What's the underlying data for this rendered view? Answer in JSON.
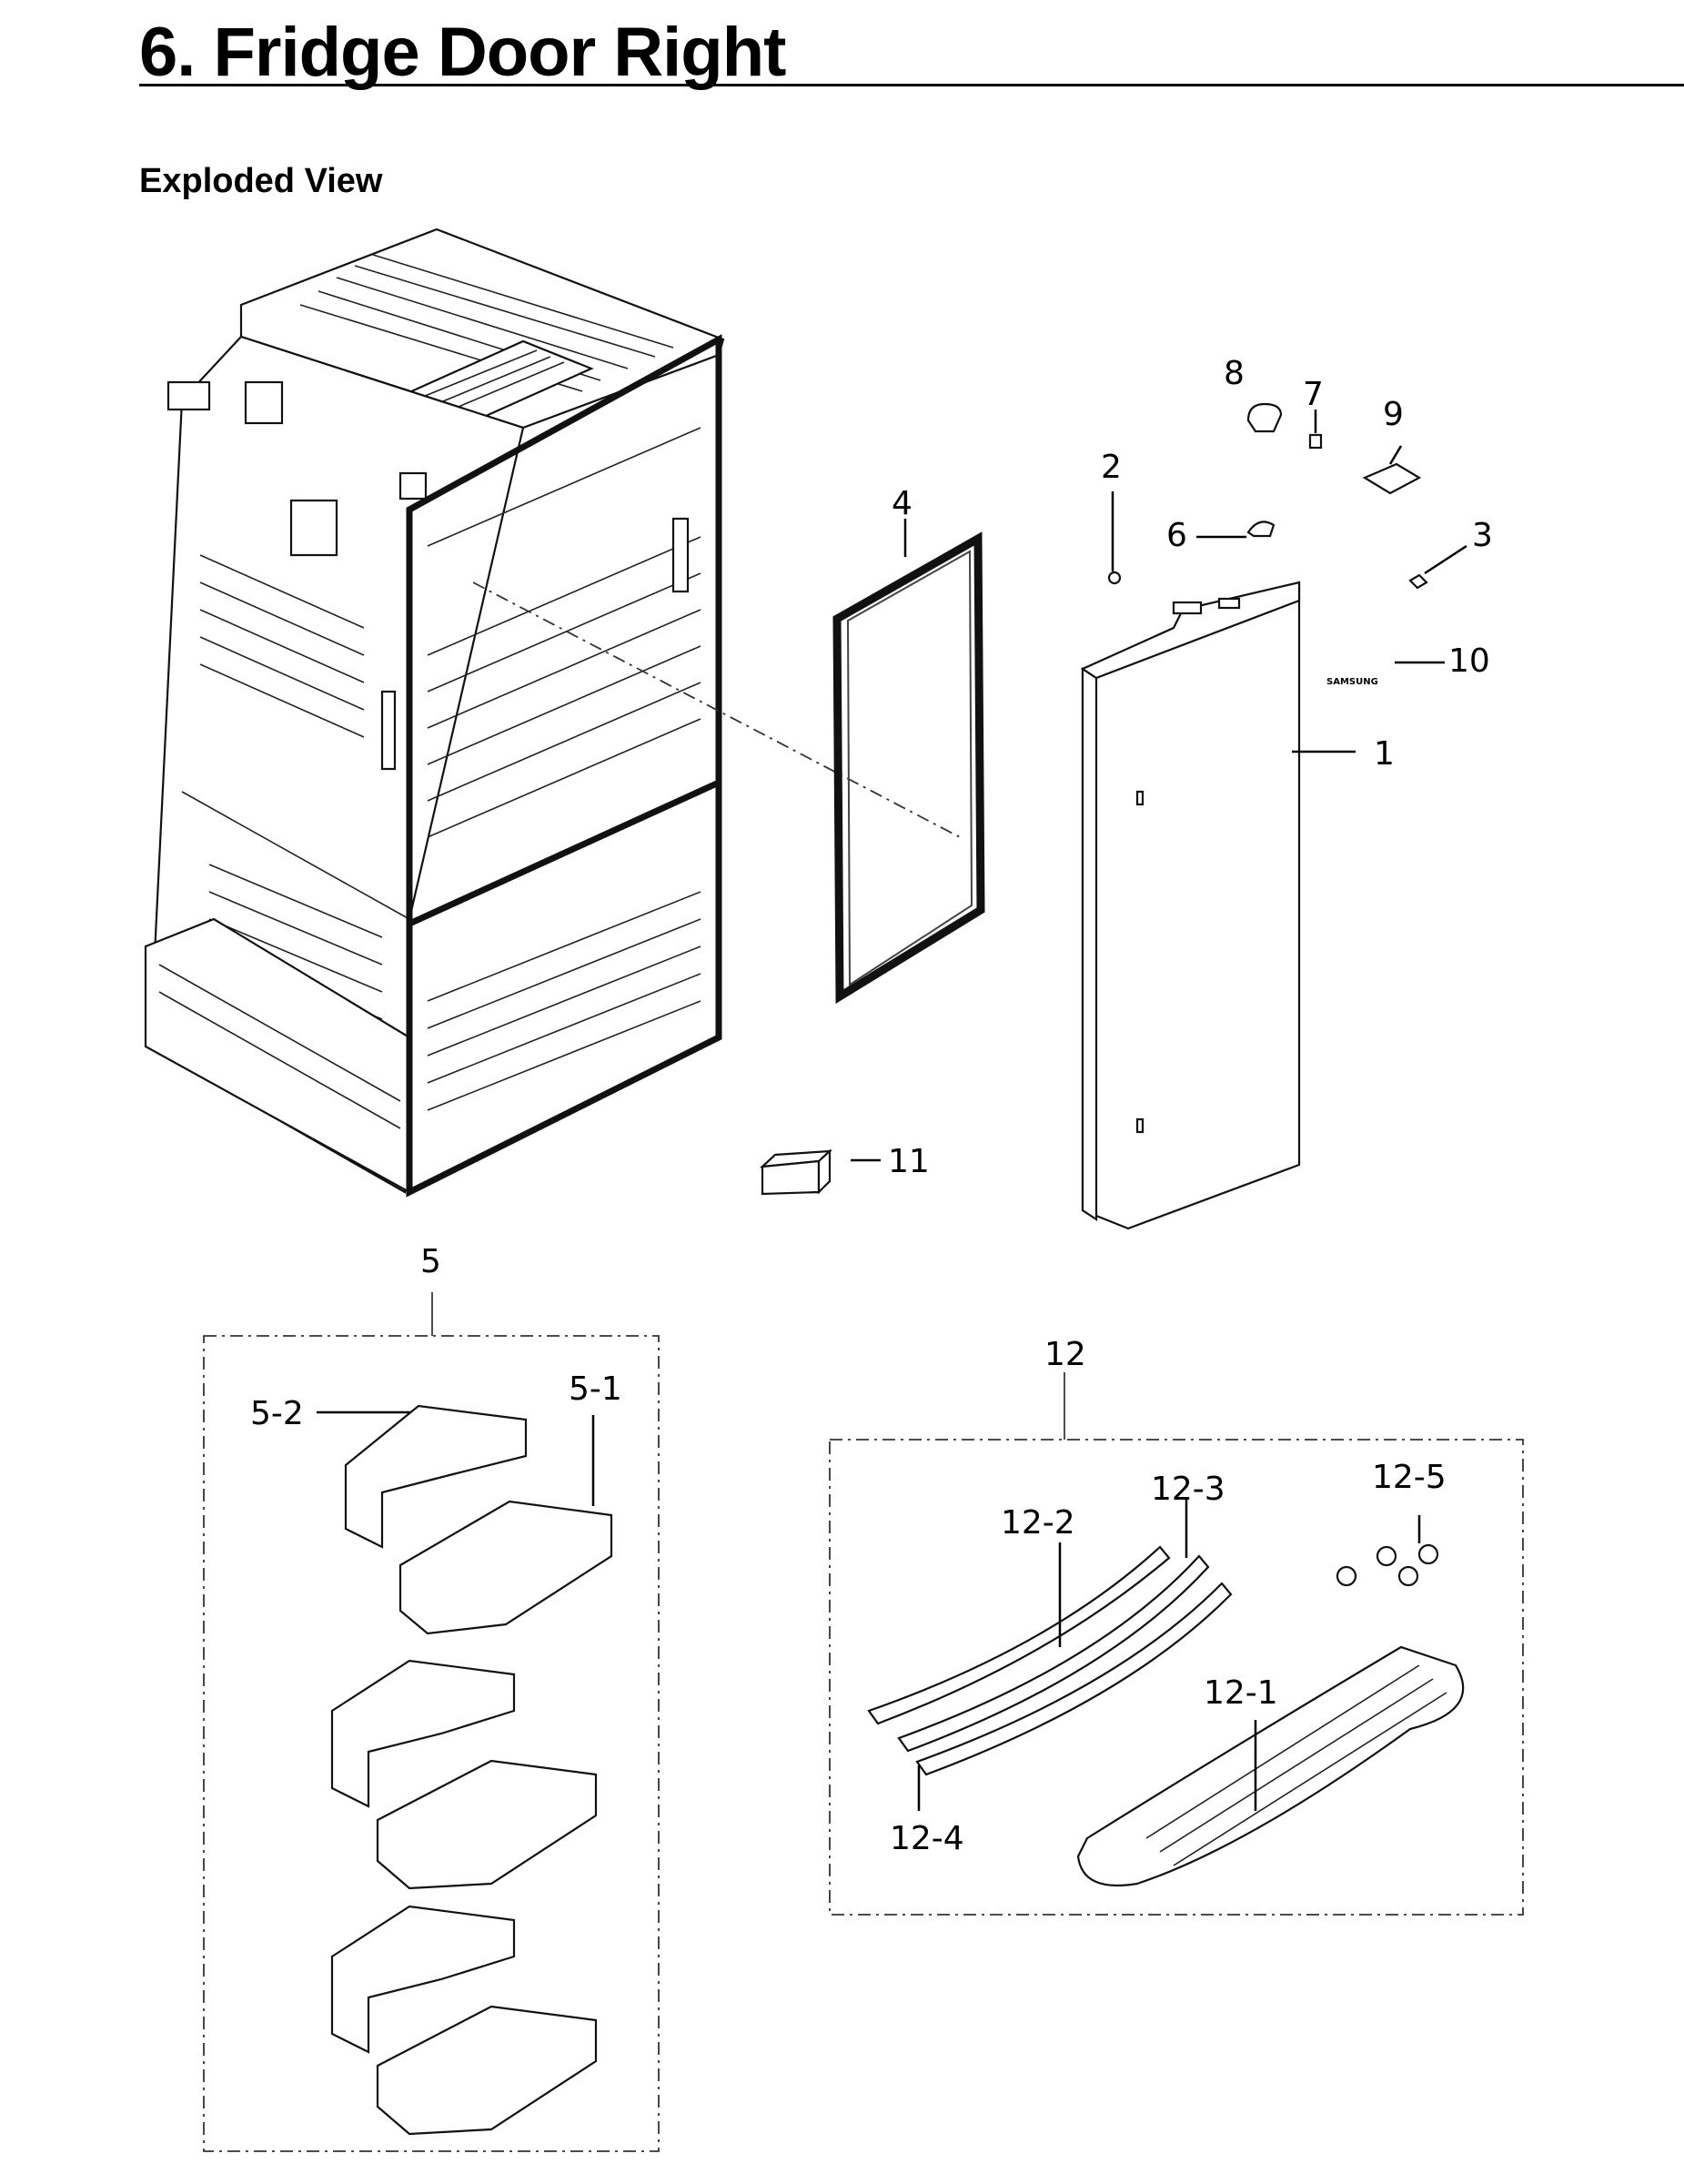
{
  "page": {
    "title": "6.  Fridge Door Right",
    "subtitle": "Exploded View"
  },
  "callouts": {
    "c1": "1",
    "c2": "2",
    "c3": "3",
    "c4": "4",
    "c5": "5",
    "c5_1": "5-1",
    "c5_2": "5-2",
    "c6": "6",
    "c7": "7",
    "c8": "8",
    "c9": "9",
    "c10": "10",
    "c11": "11",
    "c12": "12",
    "c12_1": "12-1",
    "c12_2": "12-2",
    "c12_3": "12-3",
    "c12_4": "12-4",
    "c12_5": "12-5"
  },
  "logo_text": "SAMSUNG"
}
